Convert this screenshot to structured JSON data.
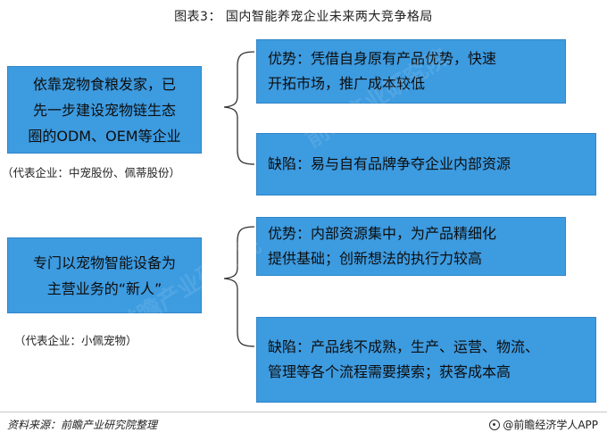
{
  "title": "图表3：  国内智能养宠企业未来两大竞争格局",
  "groups": [
    {
      "main": "依靠宠物食粮发家，已\n先一步建设宠物链生态\n圈的ODM、OEM等企业",
      "representatives": "（代表企业：中宠股份、佩蒂股份）",
      "advantage": "优势：凭借自身原有产品优势，快速\n开拓市场，推广成本较低",
      "disadvantage": "缺陷：易与自有品牌争夺企业内部资源"
    },
    {
      "main": "专门以宠物智能设备为\n主营业务的“新人”",
      "representatives": "（代表企业：小佩宠物）",
      "advantage": "优势：内部资源集中，为产品精细化\n提供基础；创新想法的执行力较高",
      "disadvantage": "缺陷：产品线不成熟，生产、运营、物流、\n管理等各个流程需要摸索；获客成本高"
    }
  ],
  "footer": {
    "source": "资料来源：前瞻产业研究院整理",
    "brand": "@前瞻经济学人APP",
    "brand_icon": "qianzhan-logo-icon"
  },
  "colors": {
    "box_fill": "#3d9be0",
    "box_border": "#2f86c9",
    "brace": "#333333"
  }
}
